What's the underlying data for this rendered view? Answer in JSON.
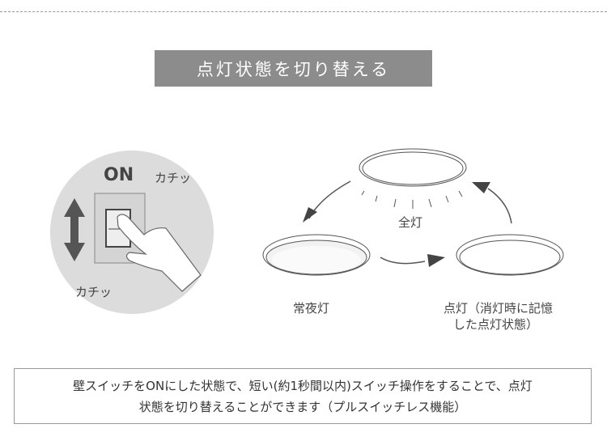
{
  "title": "点灯状態を切り替える",
  "switch": {
    "on": "ON",
    "click_top": "カチッ",
    "click_bottom": "カチッ"
  },
  "modes": {
    "full": "全灯",
    "night": "常夜灯",
    "memory_line1": "点灯（消灯時に記憶",
    "memory_line2": "した点灯状態）"
  },
  "note": {
    "line1": "壁スイッチをONにした状態で、短い(約1秒間以内)スイッチ操作をすることで、点灯",
    "line2": "状態を切り替えることができます（プルスイッチレス機能）"
  }
}
